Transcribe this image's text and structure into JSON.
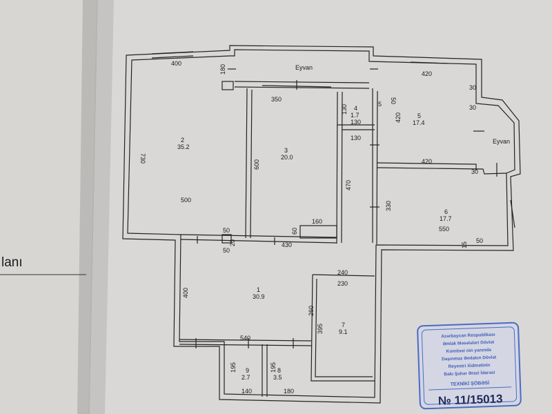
{
  "left_page": {
    "caption": "lanı"
  },
  "plan": {
    "balconies": [
      {
        "id": "balcony-top",
        "label": "Eyvan"
      },
      {
        "id": "balcony-right",
        "label": "Eyvan"
      }
    ],
    "rooms": [
      {
        "id": "room-1",
        "number": "1",
        "area": "30.9"
      },
      {
        "id": "room-2",
        "number": "2",
        "area": "35.2"
      },
      {
        "id": "room-3",
        "number": "3",
        "area": "20.0"
      },
      {
        "id": "room-4",
        "number": "4",
        "area": "1.7"
      },
      {
        "id": "room-5",
        "number": "5",
        "area": "17.4"
      },
      {
        "id": "room-6",
        "number": "6",
        "area": "17.7"
      },
      {
        "id": "room-7",
        "number": "7",
        "area": "9.1"
      },
      {
        "id": "room-8",
        "number": "8",
        "area": "3.5"
      },
      {
        "id": "room-9",
        "number": "9",
        "area": "2.7"
      }
    ],
    "dimensions": [
      "400",
      "180",
      "730",
      "500",
      "350",
      "600",
      "60",
      "160",
      "130",
      "130",
      "130",
      "470",
      "5",
      "50",
      "420",
      "420",
      "30",
      "30",
      "420",
      "30",
      "330",
      "550",
      "15",
      "50",
      "50",
      "20",
      "50",
      "430",
      "400",
      "240",
      "230",
      "260",
      "395",
      "540",
      "195",
      "195",
      "140",
      "180"
    ]
  },
  "stamp": {
    "lines": [
      "Azərbaycan Respublikası",
      "Əmlak Məsələləri Dövlət",
      "Komitəsi nin yanında",
      "Daşınmaz Əmlakın Dövlət",
      "Reyestri Xidmətinin",
      "Bakı Şəhər Ərazi İdarəsi",
      "TEXNİKİ ŞÖBƏSİ"
    ],
    "number": "№ 11/15013"
  }
}
